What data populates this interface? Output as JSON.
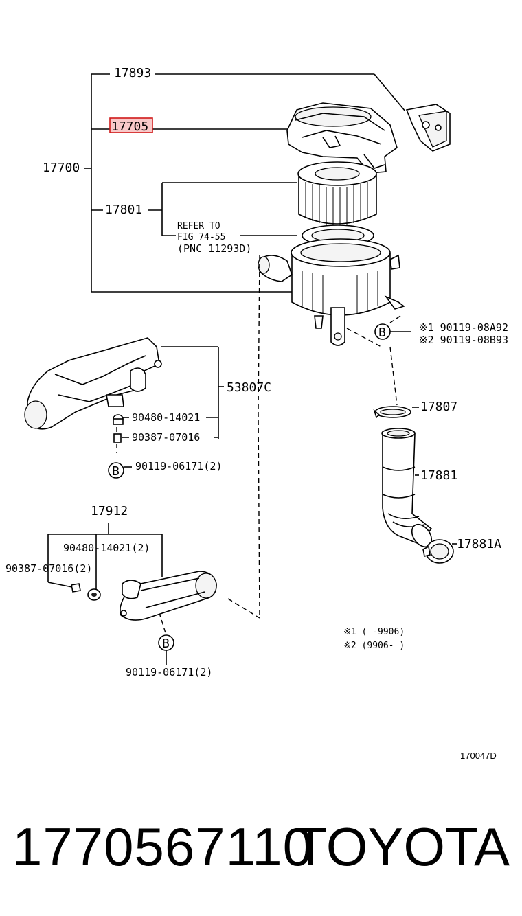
{
  "labels": {
    "p17893": "17893",
    "p17705": "17705",
    "p17700": "17700",
    "p17801": "17801",
    "refer1": "REFER TO",
    "refer2": "FIG 74-55",
    "refer3": "(PNC 11293D)",
    "b_top_1": "※1  90119-08A92",
    "b_top_2": "※2  90119-08B93",
    "p53807c": "53807C",
    "p90480a": "90480-14021",
    "p90387a": "90387-07016",
    "p90119a": "90119-06171(2)",
    "p17807": "17807",
    "p17881": "17881",
    "p17881a": "17881A",
    "p17912": "17912",
    "p90480b": "90480-14021(2)",
    "p90387b": "90387-07016(2)",
    "p90119b": "90119-06171(2)",
    "note1": "※1 (      -9906)",
    "note2": "※2 (9906-      )",
    "bolt_letter": "B",
    "figure_id": "170047D"
  },
  "highlight_color": "#d01a1a",
  "footer": {
    "part_number": "1770567110",
    "brand": "TOYOTA"
  }
}
